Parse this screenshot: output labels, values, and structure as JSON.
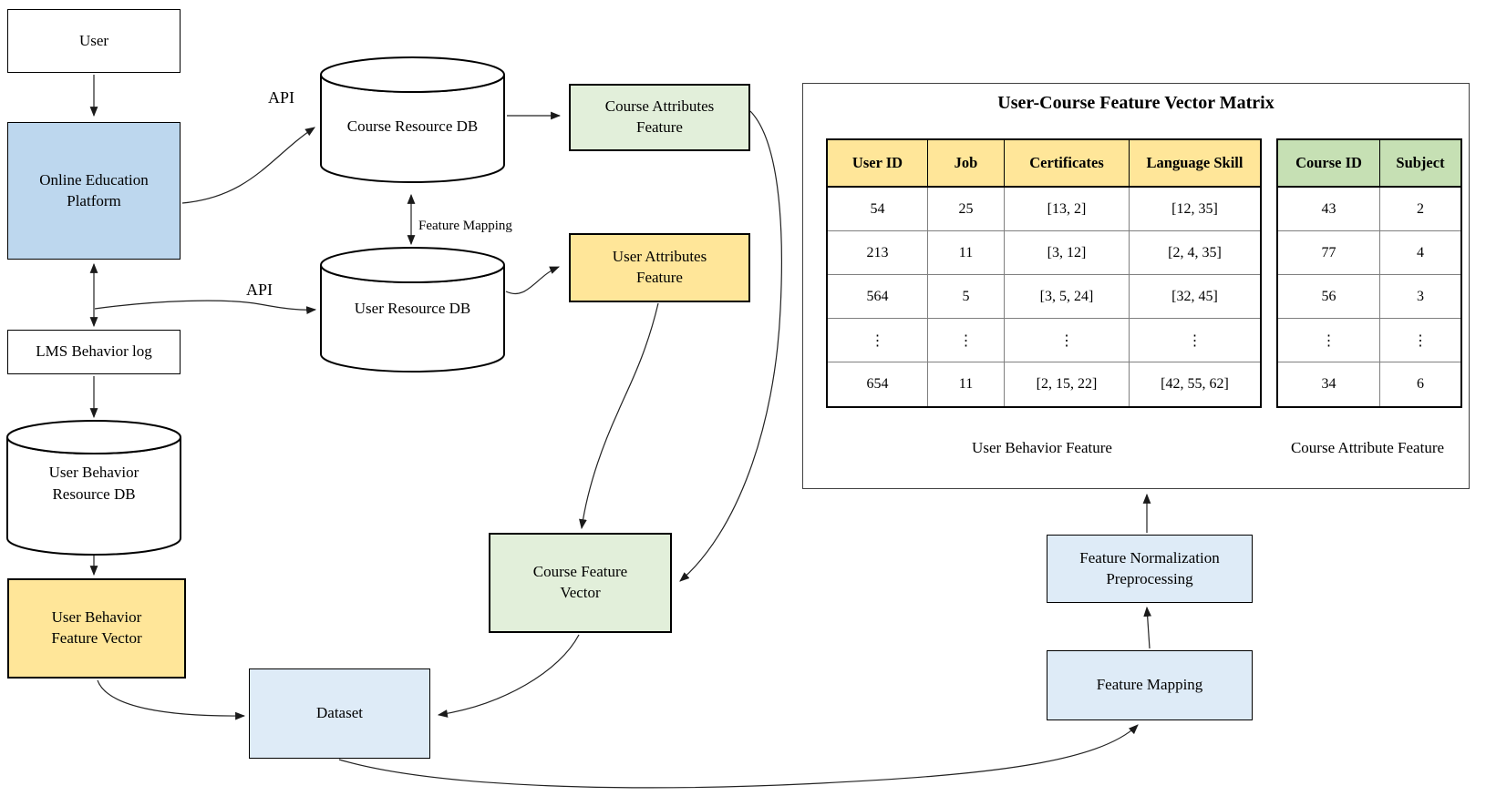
{
  "boxes": {
    "user": "User",
    "platform": "Online Education Platform",
    "lms": "LMS Behavior log",
    "user_behavior_db": "User Behavior Resource DB",
    "user_behavior_fv": "User Behavior Feature Vector",
    "course_db": "Course Resource DB",
    "user_db": "User Resource DB",
    "course_attr": "Course Attributes Feature",
    "user_attr": "User Attributes Feature",
    "course_fv": "Course Feature Vector",
    "dataset": "Dataset",
    "feature_norm": "Feature Normalization Preprocessing",
    "feature_map": "Feature Mapping"
  },
  "labels": {
    "api_course": "API",
    "api_user": "API",
    "feature_mapping_edge": "Feature Mapping",
    "user_behavior_feature": "User Behavior Feature",
    "course_attribute_feature": "Course Attribute Feature"
  },
  "matrix": {
    "title": "User-Course Feature Vector Matrix",
    "user_table": {
      "headers": [
        "User ID",
        "Job",
        "Certificates",
        "Language Skill"
      ],
      "rows": [
        [
          "54",
          "25",
          "[13, 2]",
          "[12, 35]"
        ],
        [
          "213",
          "11",
          "[3, 12]",
          "[2, 4, 35]"
        ],
        [
          "564",
          "5",
          "[3, 5, 24]",
          "[32, 45]"
        ],
        [
          "⋮",
          "⋮",
          "⋮",
          "⋮"
        ],
        [
          "654",
          "11",
          "[2, 15, 22]",
          "[42, 55, 62]"
        ]
      ]
    },
    "course_table": {
      "headers": [
        "Course ID",
        "Subject"
      ],
      "rows": [
        [
          "43",
          "2"
        ],
        [
          "77",
          "4"
        ],
        [
          "56",
          "3"
        ],
        [
          "⋮",
          "⋮"
        ],
        [
          "34",
          "6"
        ]
      ]
    }
  },
  "colors": {
    "platform_blue": "#BDD7EE",
    "process_blue": "#DEEBF7",
    "feature_yellow": "#FFE699",
    "feature_green": "#E2EFDA",
    "header_yellow": "#FFE699",
    "header_green": "#C6E0B4",
    "line": "#222222"
  }
}
